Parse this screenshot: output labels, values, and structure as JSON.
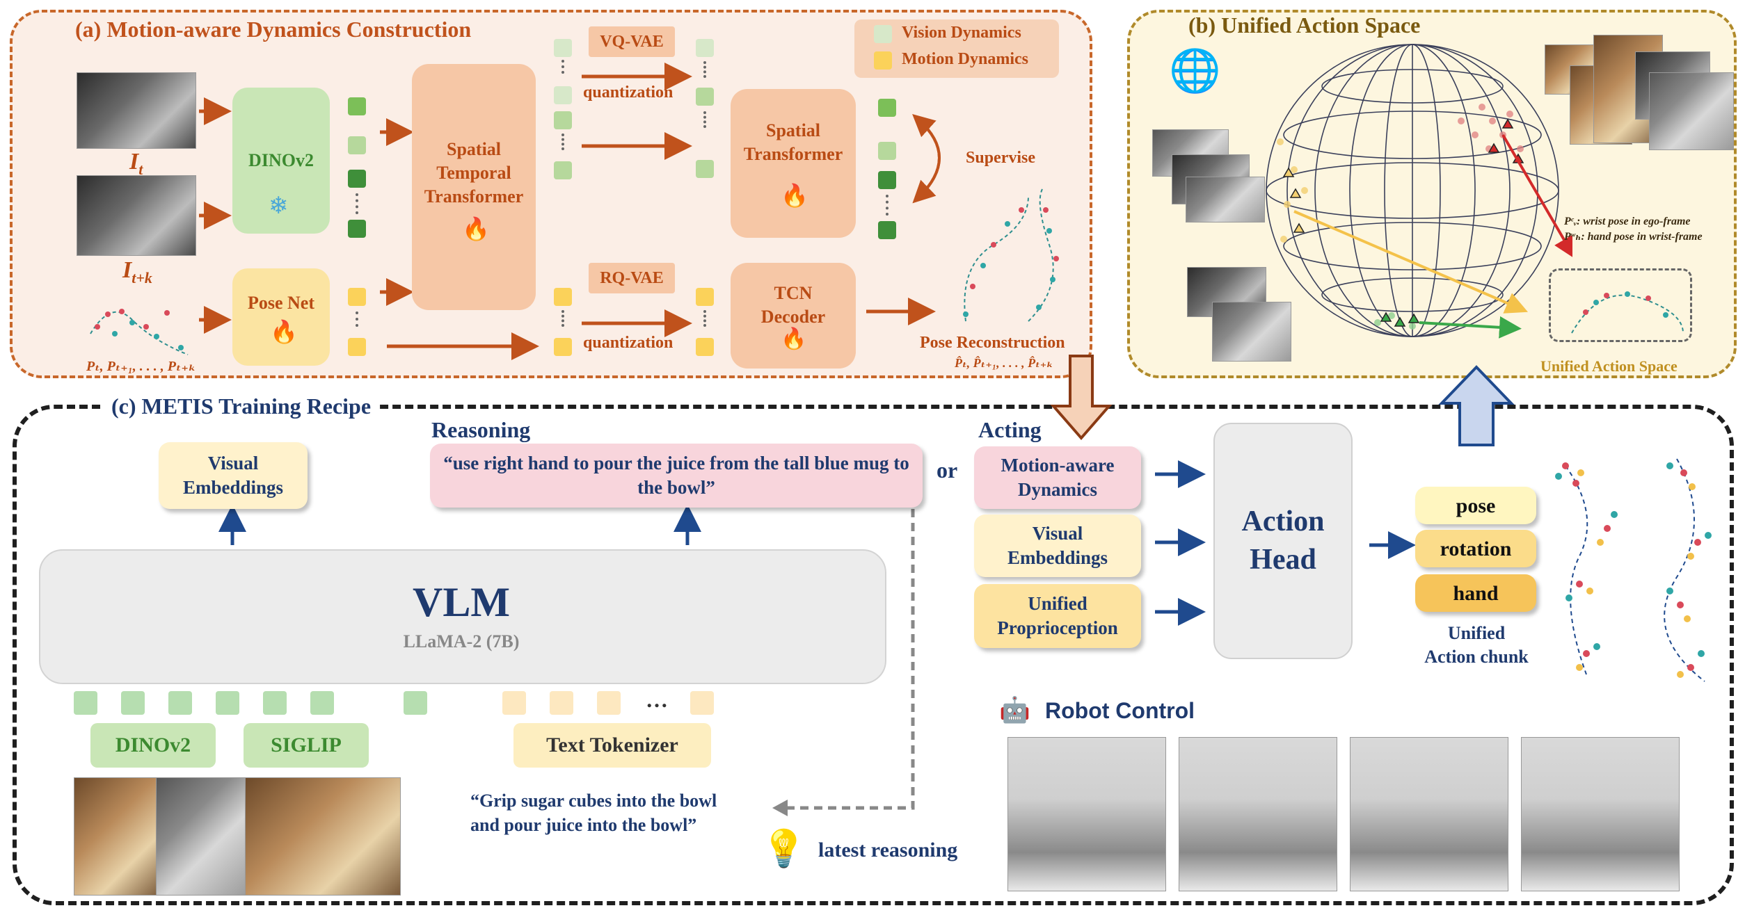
{
  "panel_a": {
    "title": "(a) Motion-aware Dynamics Construction",
    "frame_t": "I",
    "frame_t_sub": "t",
    "frame_tk": "I",
    "frame_tk_sub": "t+k",
    "pose_seq": "Pₜ, Pₜ₊₁, . . . , Pₜ₊ₖ",
    "dinov2": "DINOv2",
    "posenet": "Pose Net",
    "stt": "Spatial\nTemporal\nTransformer",
    "vqvae": "VQ-VAE",
    "rqvae": "RQ-VAE",
    "quantization": "quantization",
    "spatial_transformer": "Spatial\nTransformer",
    "tcn_decoder": "TCN\nDecoder",
    "supervise": "Supervise",
    "pose_recon": "Pose Reconstruction",
    "pose_recon_seq": "P̂ₜ, P̂ₜ₊₁, . . . , P̂ₜ₊ₖ",
    "legend_vision": "Vision Dynamics",
    "legend_motion": "Motion Dynamics"
  },
  "panel_b": {
    "title": "(b) Unified Action Space",
    "note_1": "Pᶜᵥ: wrist pose in ego-frame",
    "note_2": "Pʷₕ: hand pose in wrist-frame",
    "footer": "Unified Action Space"
  },
  "panel_c": {
    "title": "(c) METIS Training Recipe",
    "visual_embeddings": "Visual\nEmbeddings",
    "reasoning_label": "Reasoning",
    "reasoning_text": "“use right hand to pour the juice from the tall blue mug to the bowl”",
    "or": "or",
    "acting_label": "Acting",
    "motion_dynamics": "Motion-aware\nDynamics",
    "visual_embeddings_2": "Visual\nEmbeddings",
    "unified_proprio": "Unified\nProprioception",
    "action_head": "Action\nHead",
    "pose": "pose",
    "rotation": "rotation",
    "hand": "hand",
    "chunk": "Unified\nAction chunk",
    "vlm": "VLM",
    "vlm_sub": "LLaMA-2 (7B)",
    "dinov2": "DINOv2",
    "siglip": "SIGLIP",
    "text_tokenizer": "Text Tokenizer",
    "token_dots": "…",
    "instruction": "“Grip sugar cubes into the bowl\nand pour juice into the bowl”",
    "latest_reasoning": "latest reasoning",
    "robot_control": "Robot Control"
  },
  "icons": [
    "snowflake-icon",
    "flame-icon",
    "globe-icon",
    "robot-icon",
    "lightbulb-icon"
  ],
  "colors": {
    "panel_a_border": "#c8672a",
    "panel_b_border": "#b08a2a",
    "arrow_orange": "#c0521c",
    "arrow_blue": "#1f4a8e",
    "title_blue": "#1f3a6e"
  }
}
